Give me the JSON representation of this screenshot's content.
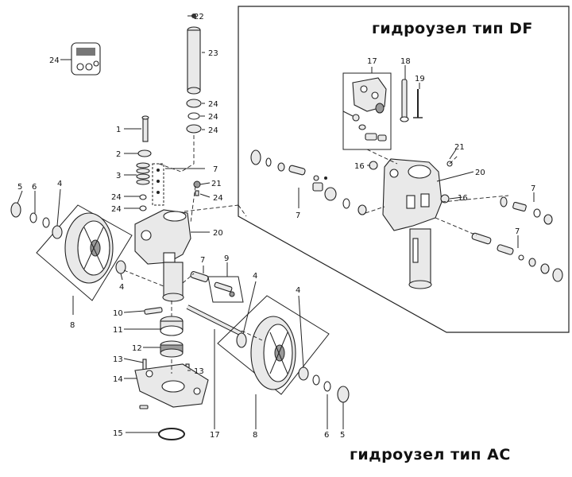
{
  "captions": {
    "df": "гидроузел тип DF",
    "ac": "гидроузел тип AC"
  },
  "callouts": {
    "n1": "1",
    "n2": "2",
    "n3": "3",
    "n4a": "4",
    "n4b": "4",
    "n4c": "4",
    "n4d": "4",
    "n5a": "5",
    "n5b": "5",
    "n6a": "6",
    "n6b": "6",
    "n7a": "7",
    "n7b": "7",
    "n7df1": "7",
    "n7df2": "7",
    "n7df3": "7",
    "n8a": "8",
    "n8b": "8",
    "n9": "9",
    "n10": "10",
    "n11": "11",
    "n12": "12",
    "n13a": "13",
    "n13b": "13",
    "n14": "14",
    "n15": "15",
    "n16a": "16",
    "n16b": "16",
    "n17": "17",
    "n17df": "17",
    "n18": "18",
    "n19": "19",
    "n20": "20",
    "n20df": "20",
    "n21": "21",
    "n21df": "21",
    "n22": "22",
    "n23": "23",
    "n24a": "24",
    "n24b": "24",
    "n24c": "24",
    "n24d": "24",
    "n24e": "24",
    "n24f": "24",
    "n24g": "24"
  }
}
